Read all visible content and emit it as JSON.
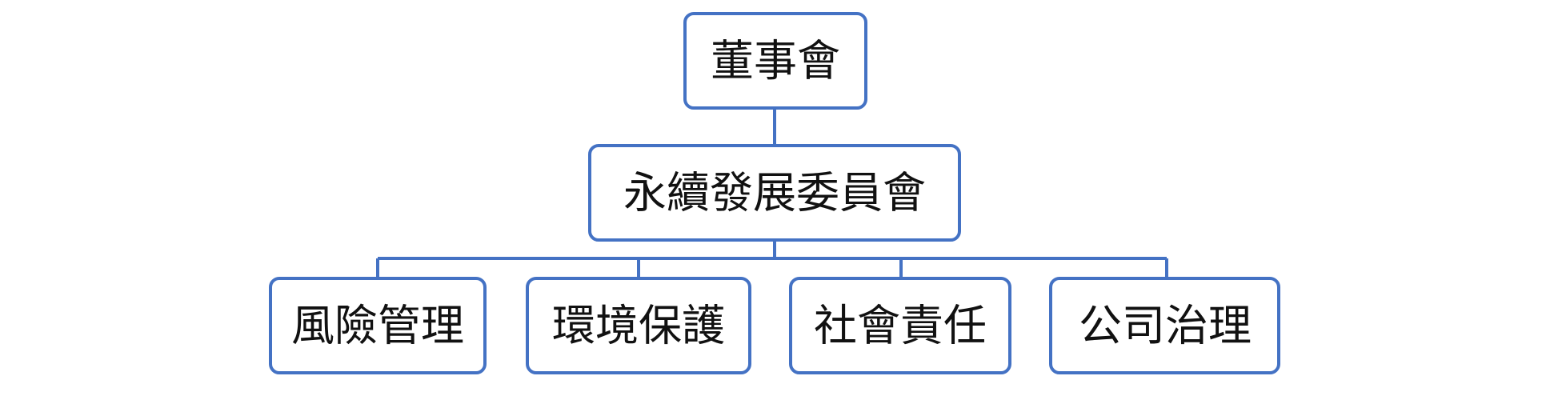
{
  "colors": {
    "border": "#4472c4",
    "text": "#111111",
    "background": "#ffffff"
  },
  "org": {
    "root": {
      "label": "董事會"
    },
    "committee": {
      "label": "永續發展委員會"
    },
    "departments": [
      {
        "label": "風險管理"
      },
      {
        "label": "環境保護"
      },
      {
        "label": "社會責任"
      },
      {
        "label": "公司治理"
      }
    ]
  }
}
